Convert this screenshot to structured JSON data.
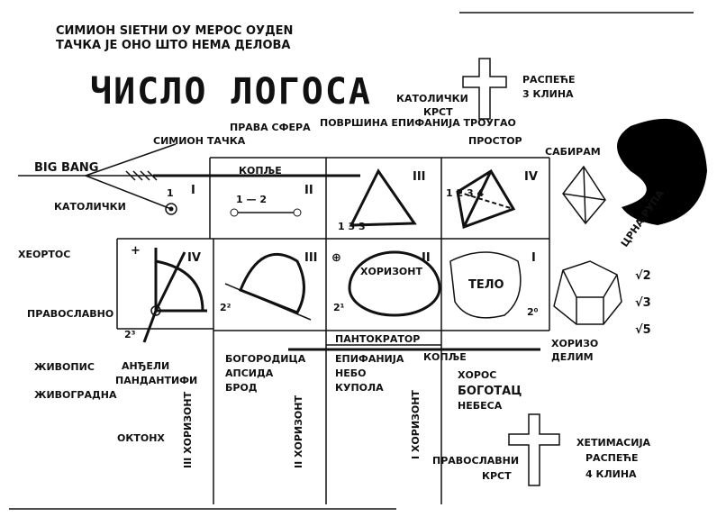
{
  "header": {
    "caption_line1": "СИМИОН ЅІЕТНИ ОУ МЕРОС ОУДЕN",
    "caption_line2": "ТАЧКА ЈЕ ОНО ШТО НЕМА ДЕЛОВА",
    "title": "ЧИСЛО ЛОГОСА"
  },
  "left_labels": {
    "big_bang": "BIG BANG",
    "simion_tacka": "СИМИОН ТАЧКА",
    "prava_sfera": "ПРАВА СФЕРА",
    "katolicki": "КАТОЛИЧКИ",
    "heortos": "ХЕОРТОС",
    "pravoslavno": "ПРАВОСЛАВНО",
    "zivopis": "ЖИВОПИС",
    "zivogradna": "ЖИВОГРАДНА",
    "andjeli": "АНЂЕЛИ",
    "pandantifi": "ПАНДАНТИФИ",
    "oktonh": "ОКТОНХ",
    "horizont_3": "III ХОРИЗОНТ"
  },
  "grid": {
    "top_row": [
      {
        "numeral": "I",
        "dim": "1",
        "label": ""
      },
      {
        "numeral": "II",
        "dim": "1 — 2",
        "label": "КОПЉЕ"
      },
      {
        "numeral": "III",
        "dim": "1 3 3",
        "label": "ПОВРШИНА ЕПИФАНИЈА ТРОУГАО"
      },
      {
        "numeral": "IV",
        "dim": "1 2 3 4",
        "label": "ПРОСТОР"
      }
    ],
    "bottom_row": [
      {
        "numeral": "IV",
        "power": "2³"
      },
      {
        "numeral": "III",
        "power": "2²"
      },
      {
        "numeral": "II",
        "power": "2¹",
        "label": "ХОРИЗОНТ"
      },
      {
        "numeral": "I",
        "power": "2⁰",
        "label": "ТЕЛО"
      }
    ],
    "pantokrator": "ПАНТОКРАТОР",
    "koplje_bottom": "КОПЉЕ"
  },
  "lower_labels": {
    "bogorodica": [
      "БОГОРОДИЦА",
      "АПСИДА",
      "БРОД"
    ],
    "horizont_2": "II ХОРИЗОНТ",
    "epifanija": [
      "ЕПИФАНИЈА",
      "НЕБО",
      "КУПОЛА"
    ],
    "horizont_1": "I ХОРИЗОНТ",
    "horos": [
      "ХОРОС",
      "БОГОТАЦ",
      "НЕБЕСА"
    ],
    "horizo_delim": [
      "ХОРИЗО",
      "ДЕЛИМ"
    ]
  },
  "right_labels": {
    "katolicki_krst": [
      "КАТОЛИЧКИ",
      "КРСТ"
    ],
    "raspece_3": [
      "РАСПЕЋЕ",
      "3 КЛИНА"
    ],
    "sabiram": "САБИРАМ",
    "crna_rupa": "ЦРНА РУПА",
    "roots": [
      "√2",
      "√3",
      "√5"
    ],
    "pravoslavni_krst": [
      "ПРАВОСЛАВНИ",
      "КРСТ"
    ],
    "hetimasija": [
      "ХЕТИМАСИЈА",
      "РАСПЕЋЕ",
      "4 КЛИНА"
    ]
  }
}
